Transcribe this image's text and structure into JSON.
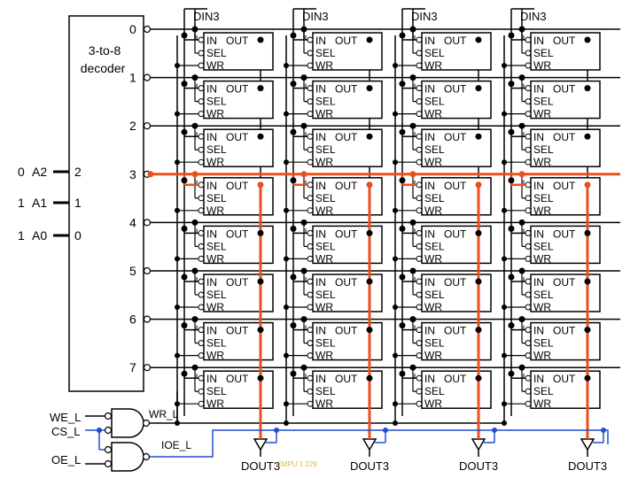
{
  "decoder": {
    "title_line1": "3-to-8",
    "title_line2": "decoder",
    "outputs": [
      "0",
      "1",
      "2",
      "3",
      "4",
      "5",
      "6",
      "7"
    ],
    "inputs": [
      "2",
      "1",
      "0"
    ]
  },
  "address": [
    {
      "value": "0",
      "name": "A2"
    },
    {
      "value": "1",
      "name": "A1"
    },
    {
      "value": "1",
      "name": "A0"
    }
  ],
  "din_labels": [
    "DIN3",
    "DIN3",
    "DIN3",
    "DIN3"
  ],
  "dout_labels": [
    "DOUT3",
    "DOUT3",
    "DOUT3",
    "DOUT3"
  ],
  "cell": {
    "in": "IN",
    "out": "OUT",
    "sel": "SEL",
    "wr": "WR"
  },
  "control": {
    "we": "WE_L",
    "cs": "CS_L",
    "oe": "OE_L",
    "wr_l": "WR_L",
    "ioe_l": "IOE_L"
  },
  "watermark": "CMPU 1 229",
  "colors": {
    "highlight": "#e8501e",
    "bus": "#1f4fd1",
    "wire": "#000000"
  }
}
